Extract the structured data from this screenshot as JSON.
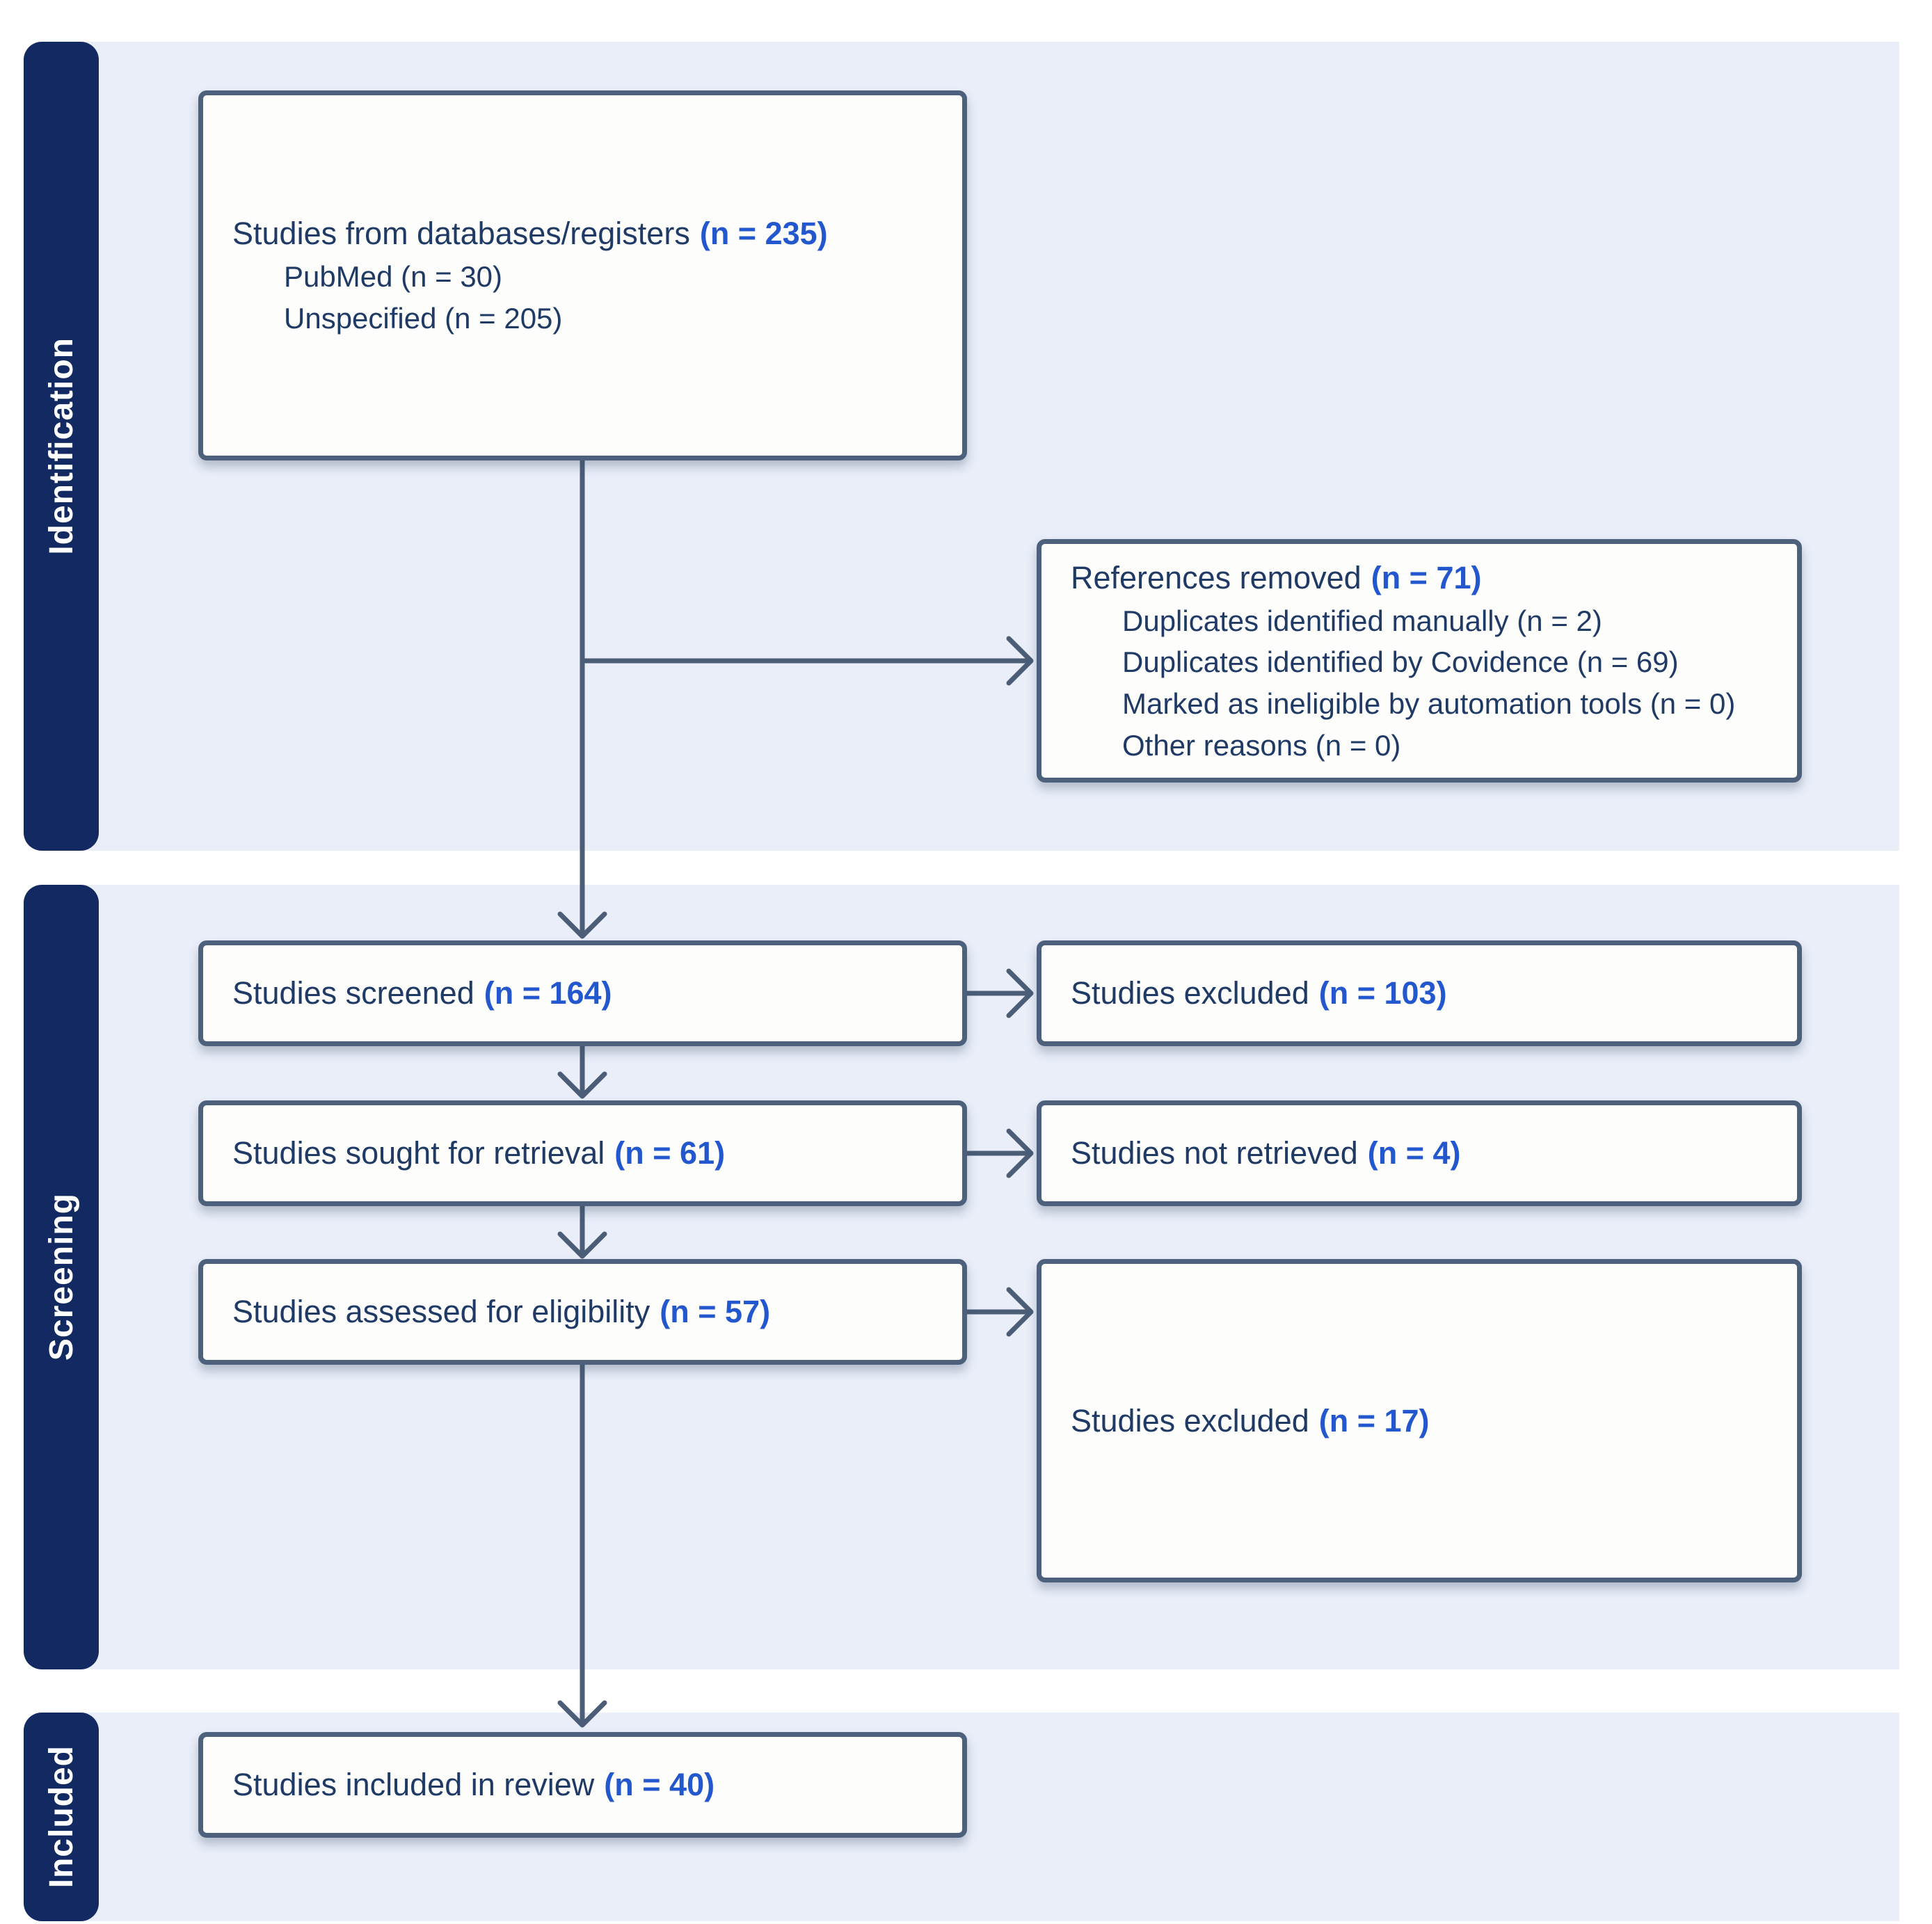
{
  "sections": {
    "identification": "Identification",
    "screening": "Screening",
    "included": "Included"
  },
  "boxes": {
    "databases": {
      "label": "Studies from databases/registers",
      "count": "(n = 235)",
      "sub": [
        "PubMed (n = 30)",
        "Unspecified (n = 205)"
      ]
    },
    "references_removed": {
      "label": "References removed",
      "count": "(n = 71)",
      "sub": [
        "Duplicates identified manually (n = 2)",
        "Duplicates identified by Covidence (n = 69)",
        "Marked as ineligible by automation tools (n = 0)",
        "Other reasons (n = 0)"
      ]
    },
    "screened": {
      "label": "Studies screened",
      "count": "(n = 164)"
    },
    "excluded_screening": {
      "label": "Studies excluded",
      "count": "(n = 103)"
    },
    "sought": {
      "label": "Studies sought for retrieval",
      "count": "(n = 61)"
    },
    "not_retrieved": {
      "label": "Studies not retrieved",
      "count": "(n = 4)"
    },
    "assessed": {
      "label": "Studies assessed for eligibility",
      "count": "(n = 57)"
    },
    "excluded_eligibility": {
      "label": "Studies excluded",
      "count": "(n = 17)"
    },
    "included_review": {
      "label": "Studies included in review",
      "count": "(n = 40)"
    }
  },
  "colors": {
    "sidebar_navy": "#122a61",
    "band_blue": "#e9eef9",
    "box_border": "#4e617c",
    "arrow": "#4b5d77",
    "text_navy": "#203a66",
    "count_blue": "#2257cd",
    "box_background": "#fdfdfc"
  }
}
